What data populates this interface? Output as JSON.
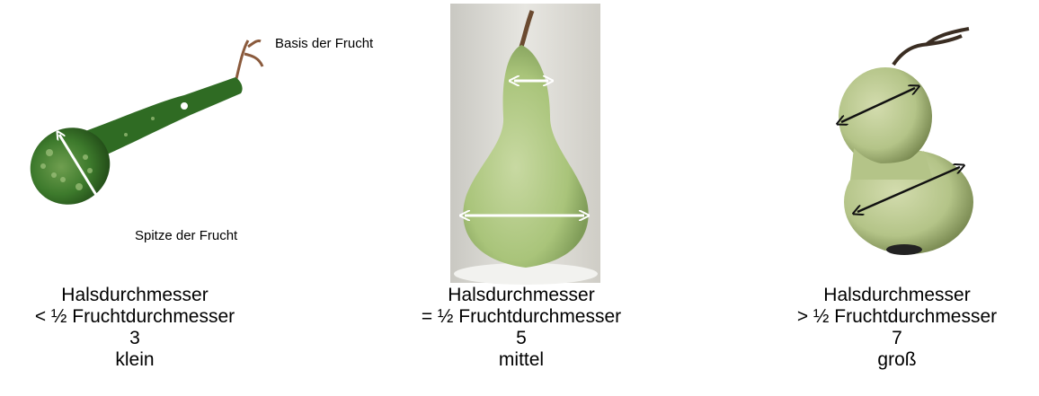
{
  "figure": {
    "panels": [
      {
        "id": "small",
        "labels": {
          "base": "Basis der Frucht",
          "tip": "Spitze der Frucht"
        },
        "caption": {
          "line1": "Halsdurchmesser",
          "line2": "< ½ Fruchtdurchmesser",
          "note": "3",
          "expression": "klein"
        }
      },
      {
        "id": "medium",
        "caption": {
          "line1": "Halsdurchmesser",
          "line2": "= ½ Fruchtdurchmesser",
          "note": "5",
          "expression": "mittel"
        }
      },
      {
        "id": "large",
        "caption": {
          "line1": "Halsdurchmesser",
          "line2": "> ½ Fruchtdurchmesser",
          "note": "7",
          "expression": "groß"
        }
      }
    ],
    "colors": {
      "gourd_dark": "#2f6b23",
      "gourd_light": "#a9c47a",
      "gourd_pale": "#c3d39a",
      "photo_bg": "#e2e0d9",
      "arrow_white": "#ffffff",
      "arrow_black": "#111111"
    }
  }
}
